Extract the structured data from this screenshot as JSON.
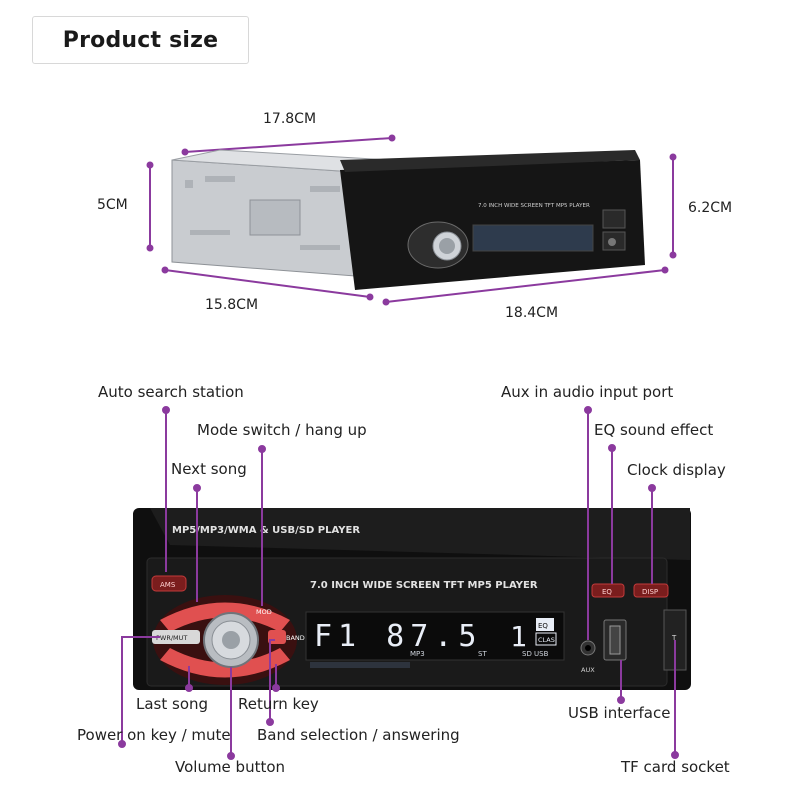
{
  "title": "Product size",
  "dimensions": {
    "width_top": "17.8CM",
    "height_left": "5CM",
    "height_right": "6.2CM",
    "depth_bottom_left": "15.8CM",
    "width_bottom_right": "18.4CM"
  },
  "device": {
    "top_panel_text": "7.0 INCH WIDE SCREEN TFT MP5 PLAYER",
    "face_top_text": "MP5/MP3/WMA & USB/SD PLAYER",
    "face_screen_text": "7.0 INCH WIDE SCREEN TFT MP5 PLAYER",
    "display_readout": "F1 87.5",
    "display_indicator": "1",
    "badges": [
      "EQ",
      "DISP"
    ],
    "small_labels": {
      "ams": "AMS",
      "mod": "MOD",
      "pwr": "PWR/MUT",
      "band": "BAND",
      "aux": "AUX",
      "mp3": "MP3",
      "st": "ST",
      "sd_usb": "SD USB",
      "clas": "CLAS",
      "tf": "T"
    }
  },
  "callouts": {
    "auto_search": "Auto search station",
    "mode_switch": "Mode switch / hang up",
    "next_song": "Next song",
    "aux_in": "Aux in audio input port",
    "eq_sound": "EQ sound effect",
    "clock_display": "Clock display",
    "last_song": "Last song",
    "return_key": "Return key",
    "power_key": "Power on key / mute",
    "band_selection": "Band selection / answering",
    "volume_button": "Volume button",
    "usb_interface": "USB interface",
    "tf_card": "TF card socket"
  },
  "colors": {
    "accent_line": "#8b3a9e",
    "button_red": "#e03a3a",
    "device_body": "#1b1b1b",
    "display_text": "#e9eef7"
  }
}
